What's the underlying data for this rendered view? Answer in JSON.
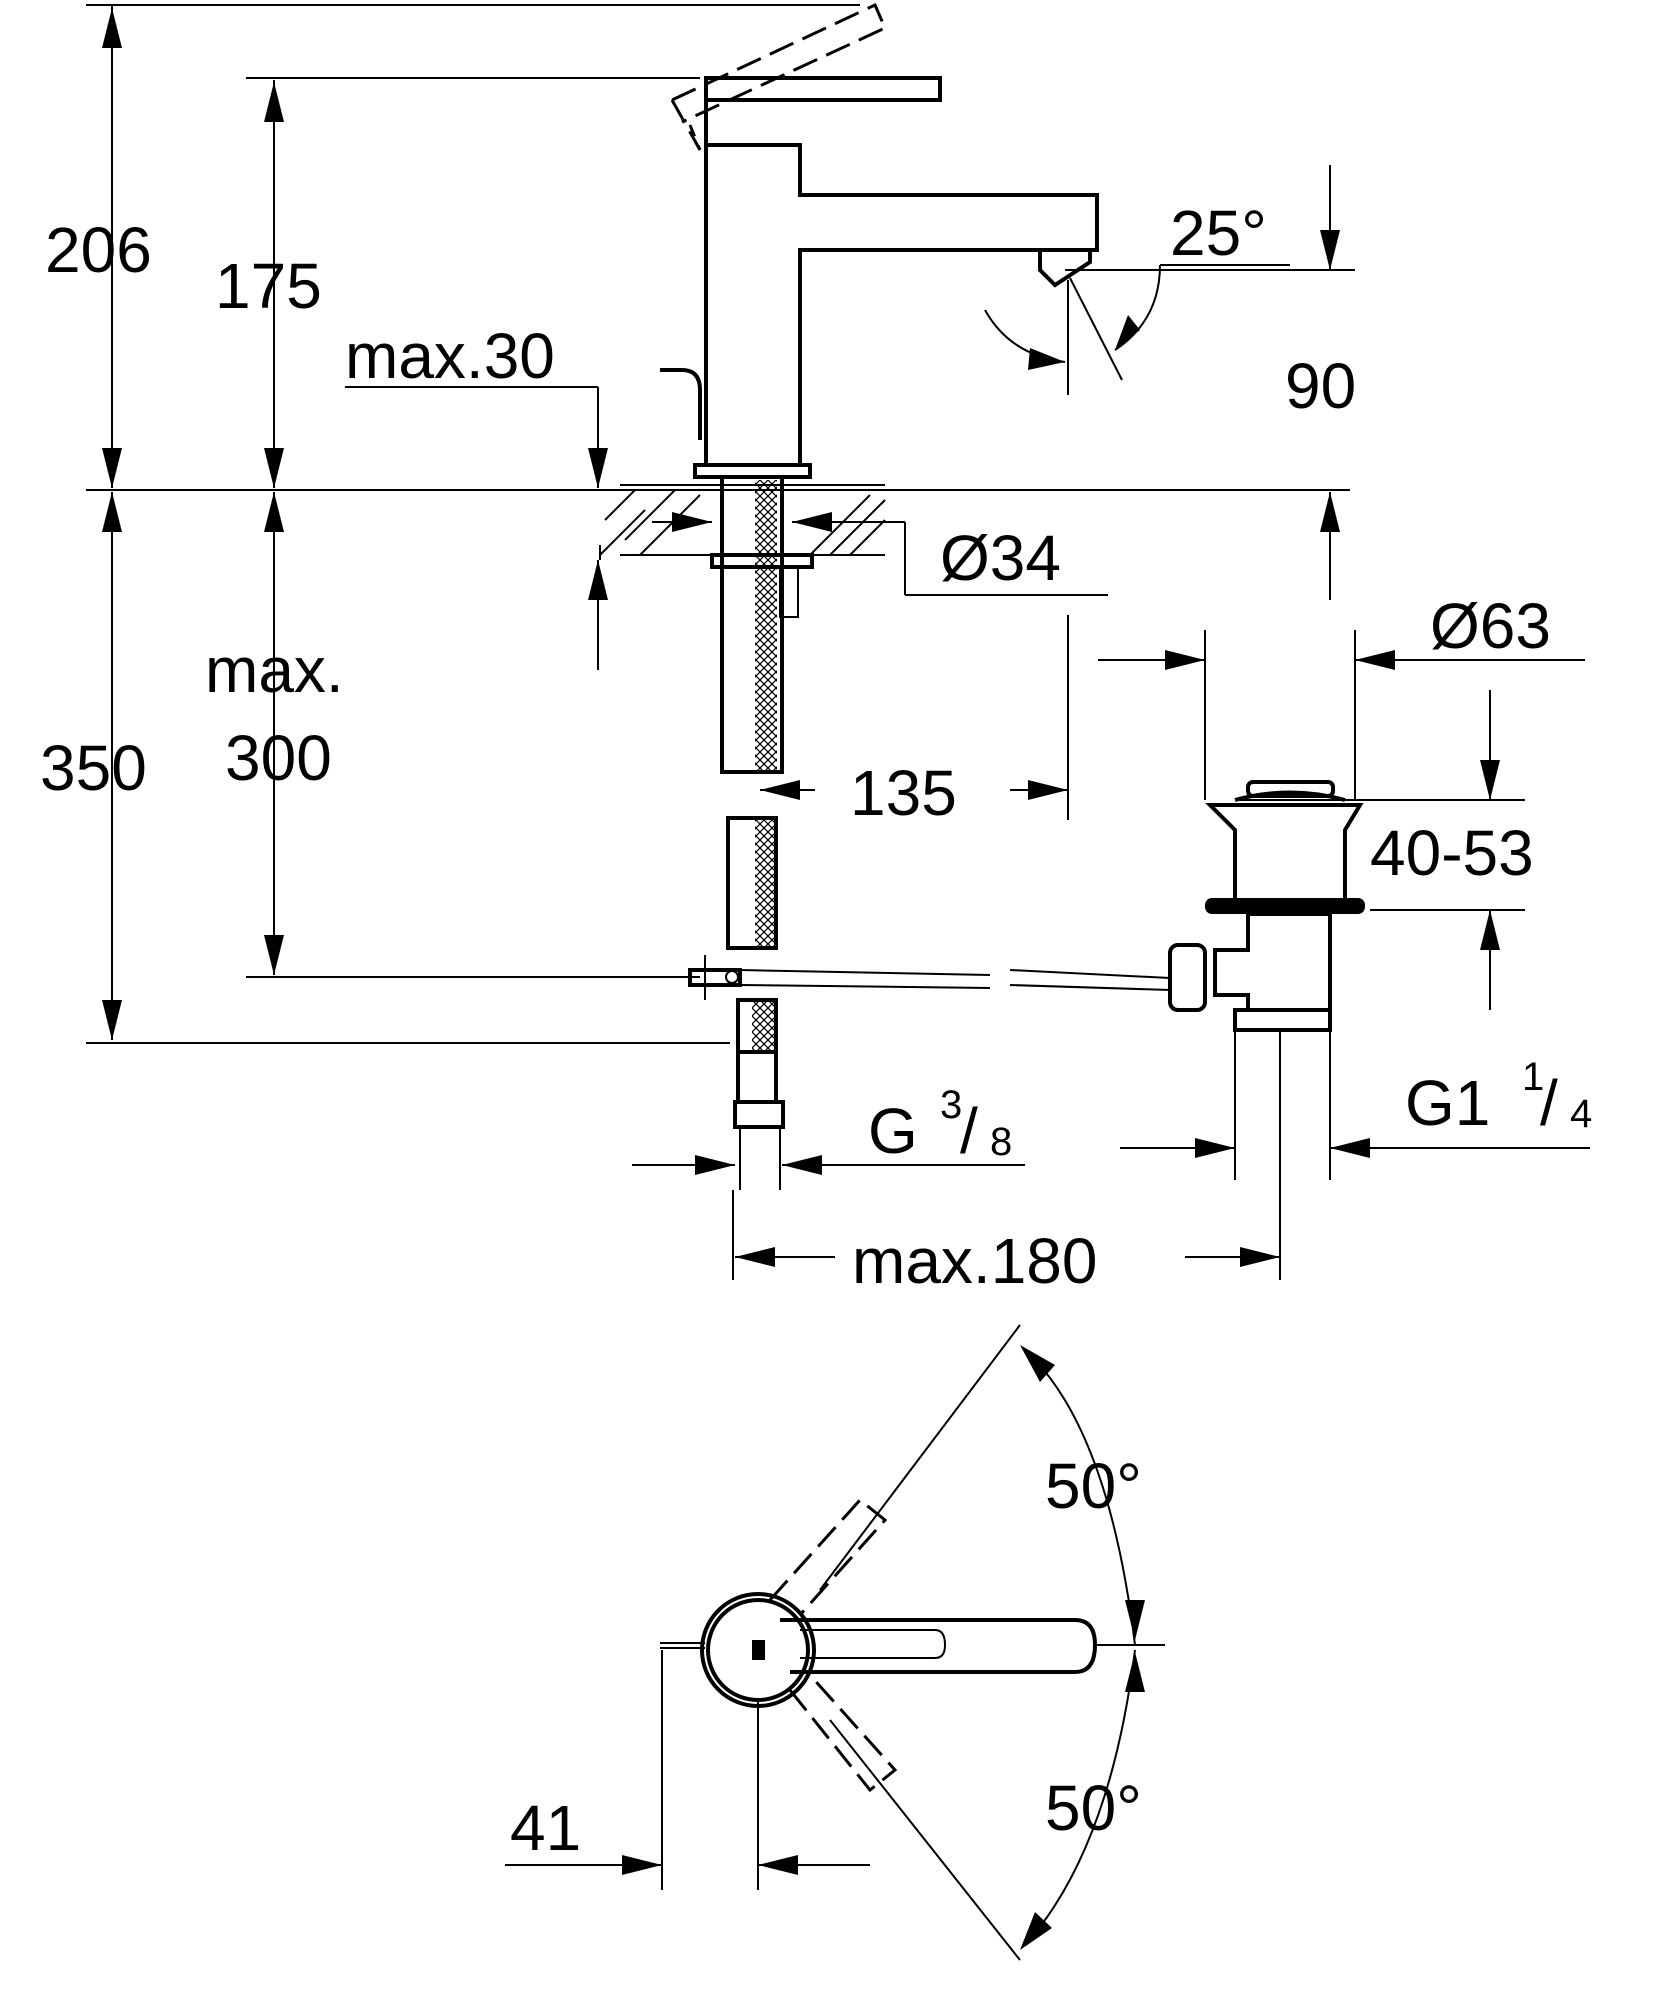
{
  "colors": {
    "line": "#000000",
    "background": "#ffffff"
  },
  "dimensions": {
    "d206": "206",
    "d175": "175",
    "d_max30": "max.30",
    "d25deg": "25°",
    "d90": "90",
    "d_dia34": "Ø34",
    "d_dia63": "Ø63",
    "d_max": "max.",
    "d300": "300",
    "d350": "350",
    "d135": "135",
    "d40_53": "40-53",
    "g38_g": "G",
    "g38_num": "3",
    "g38_den": "8",
    "g114_g": "G1",
    "g114_num": "1",
    "g114_den": "4",
    "d_max180": "max.180",
    "d50a": "50°",
    "d50b": "50°",
    "d41": "41"
  }
}
